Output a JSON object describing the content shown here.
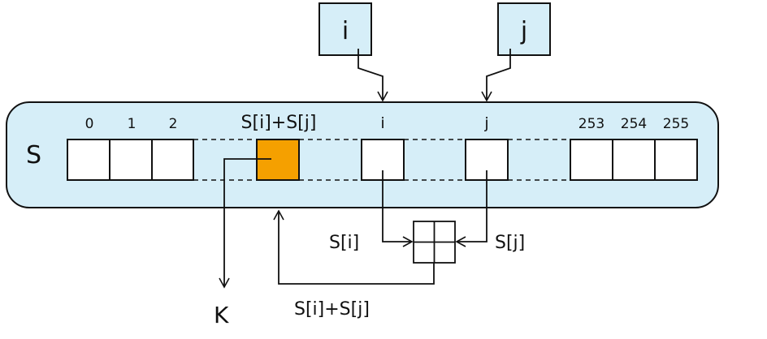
{
  "state_array": {
    "label": "S",
    "fill_color": "#d6eef8",
    "highlight_color": "#f5a000",
    "index_labels": [
      "0",
      "1",
      "2",
      "253",
      "254",
      "255"
    ],
    "sum_index_label": "S[i]+S[j]",
    "i_label": "i",
    "j_label": "j"
  },
  "pointers": {
    "i_box_label": "i",
    "j_box_label": "j"
  },
  "adder": {
    "input_left_label": "S[i]",
    "input_right_label": "S[j]",
    "output_label": "S[i]+S[j]"
  },
  "output": {
    "label": "K"
  }
}
